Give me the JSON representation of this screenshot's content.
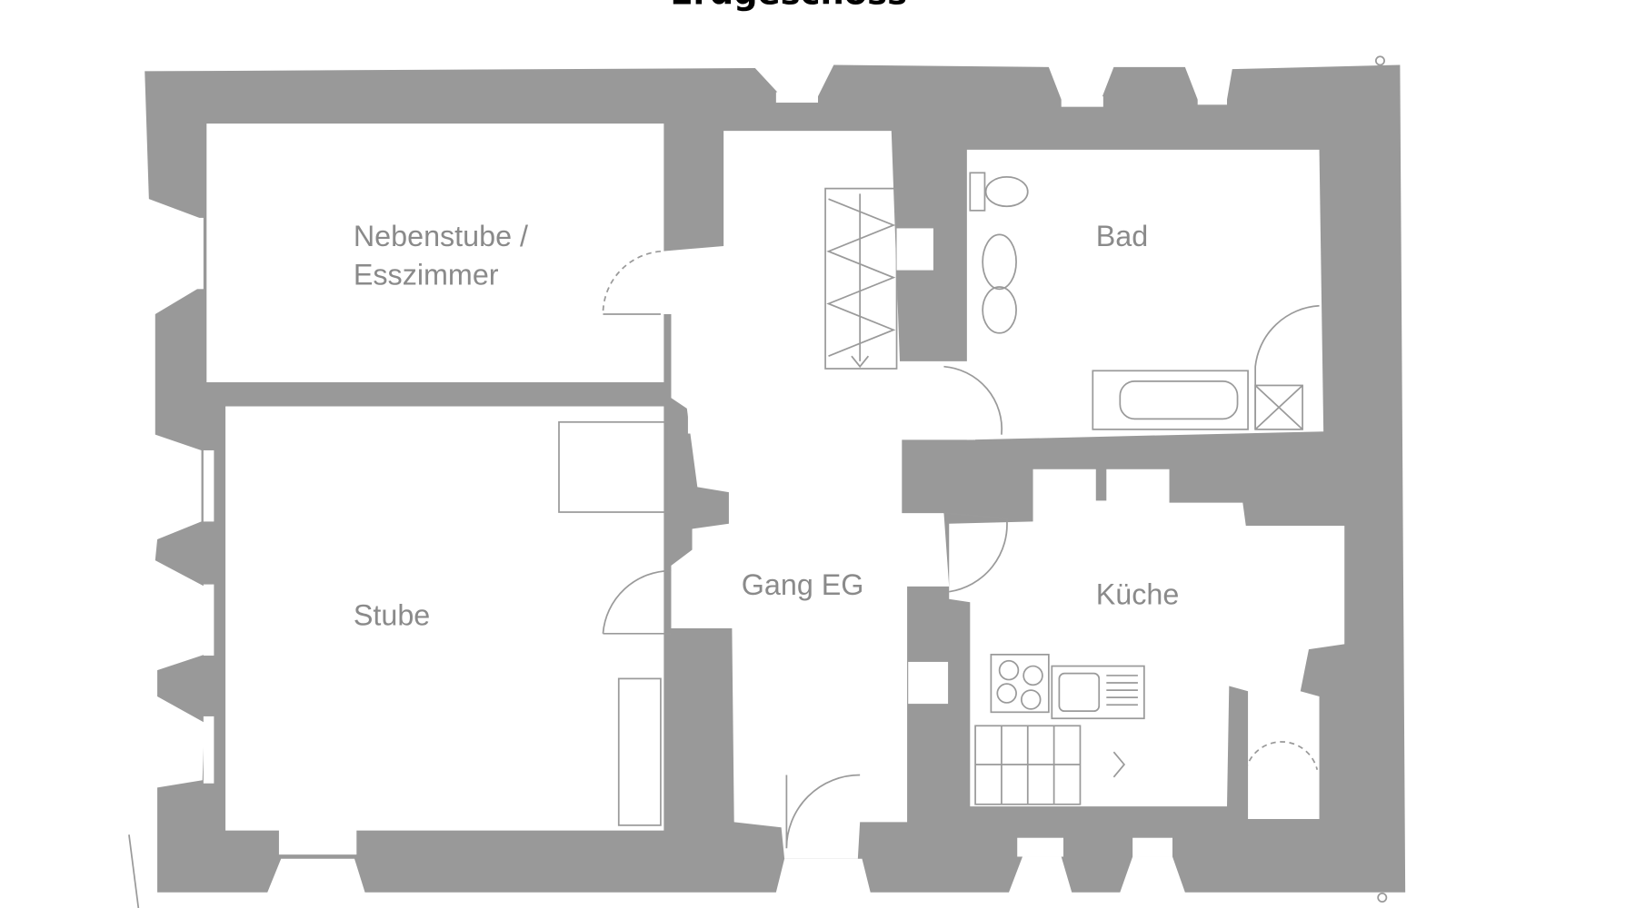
{
  "plan": {
    "title": "Erdgeschoss",
    "rooms": {
      "nebenstube_line1": "Nebenstube /",
      "nebenstube_line2": "Esszimmer",
      "bad": "Bad",
      "stube": "Stube",
      "gang": "Gang EG",
      "kueche": "Küche"
    },
    "colors": {
      "wall": "#999999",
      "label": "#8a8a8a",
      "background": "#ffffff"
    }
  }
}
